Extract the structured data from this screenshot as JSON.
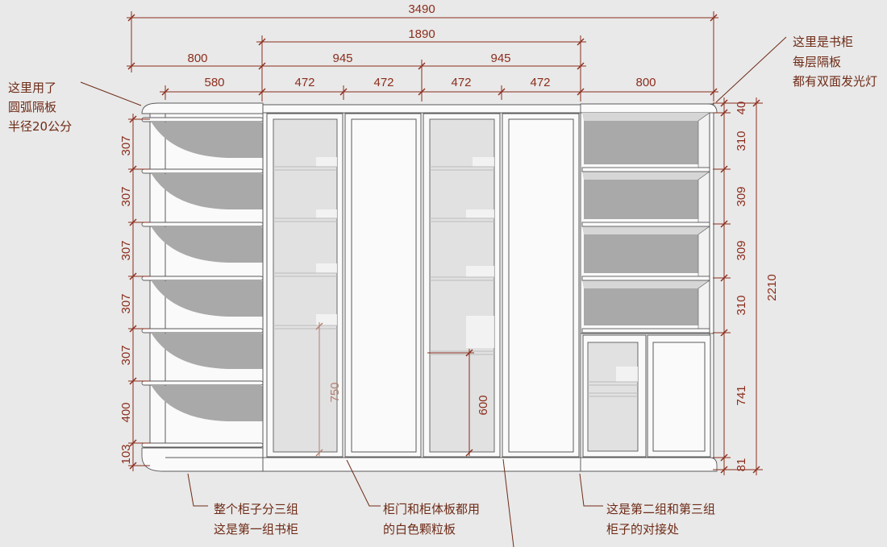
{
  "dimensions": {
    "top_overall": "3490",
    "top_middle": "1890",
    "top_groups": [
      "800",
      "945",
      "945"
    ],
    "top_sections": [
      "580",
      "472",
      "472",
      "472",
      "472",
      "800"
    ],
    "right_segments": [
      "40",
      "310",
      "309",
      "309",
      "310",
      "741",
      "81"
    ],
    "right_overall": "2210",
    "left_segments": [
      "307",
      "307",
      "307",
      "307",
      "307",
      "400",
      "103"
    ],
    "glass_door_left": "750",
    "glass_door_right": "600"
  },
  "annotations": {
    "top_left": [
      "这里用了",
      "圆弧隔板",
      "半径20公分"
    ],
    "top_right": [
      "这里是书柜",
      "每层隔板",
      "都有双面发光灯"
    ],
    "bottom_left": [
      "整个柜子分三组",
      "这是第一组书柜"
    ],
    "bottom_middle": [
      "柜门和柜体板都用",
      "的白色颗粒板"
    ],
    "bottom_right": [
      "这是第二组和第三组",
      "柜子的对接处"
    ]
  },
  "colors": {
    "background": "#e9e9e9",
    "dimension": "#8b2d1c",
    "annotation": "#6e2b17",
    "cabinet_line": "#5a5a5a",
    "panel": "#fafafa",
    "shadow": "#a9a9a9",
    "glass": "#e1e1e1"
  }
}
